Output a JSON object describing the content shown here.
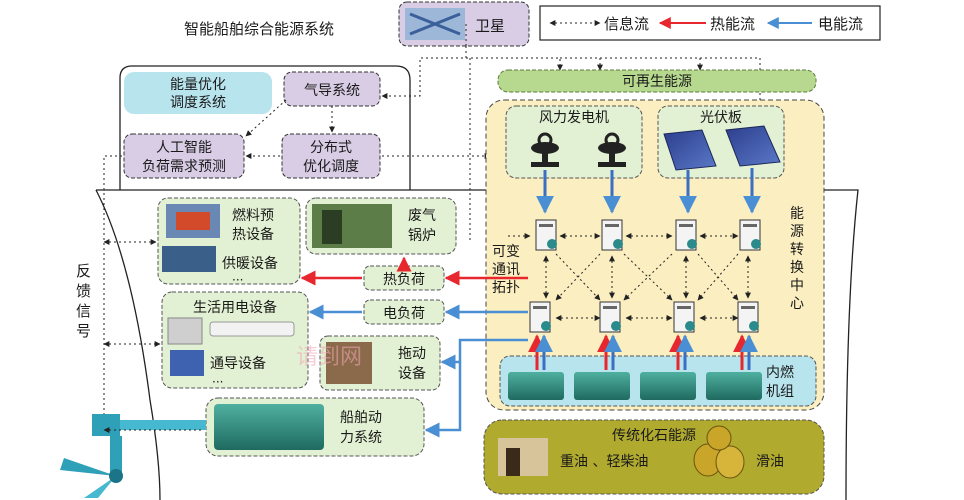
{
  "title": "智能船舶综合能源系统",
  "satellite": "卫星",
  "legend": {
    "info": "信息流",
    "heat": "热能流",
    "power": "电能流"
  },
  "control": {
    "energy_opt": [
      "能量优化",
      "调度系统"
    ],
    "weather": "气导系统",
    "ai": [
      "人工智能",
      "负荷需求预测"
    ],
    "distributed": [
      "分布式",
      "优化调度"
    ]
  },
  "renewable": {
    "title": "可再生能源",
    "wind": "风力发电机",
    "pv": "光伏板"
  },
  "conversion_center": [
    "能",
    "源",
    "转",
    "换",
    "中",
    "心"
  ],
  "topology": [
    "可变",
    "通讯",
    "拓扑"
  ],
  "feedback": [
    "反",
    "馈",
    "信",
    "号"
  ],
  "loads": {
    "fuel": [
      "燃料预",
      "热设备"
    ],
    "boiler": [
      "废气",
      "锅炉"
    ],
    "heating": "供暖设备",
    "dots1": "···",
    "heat_load": "热负荷",
    "domestic": "生活用电设备",
    "power_load": "电负荷",
    "nav": "通导设备",
    "dots2": "···",
    "drag": [
      "拖动",
      "设备"
    ],
    "propulsion": [
      "船舶动",
      "力系统"
    ]
  },
  "engine": [
    "内燃",
    "机组"
  ],
  "fossil": {
    "title": "传统化石能源",
    "oil": "重油 、轻柴油",
    "lube": "滑油"
  },
  "watermark": "请到网",
  "colors": {
    "info": "#222222",
    "heat": "#e8262d",
    "power": "#4a8fd4",
    "purple": "#d9cde6",
    "cyan": "#b8e4ee",
    "green_light": "#e2f0d3",
    "green_bar": "#b7d98f",
    "yellow": "#fbeec0",
    "olive": "#b0aa2e"
  }
}
